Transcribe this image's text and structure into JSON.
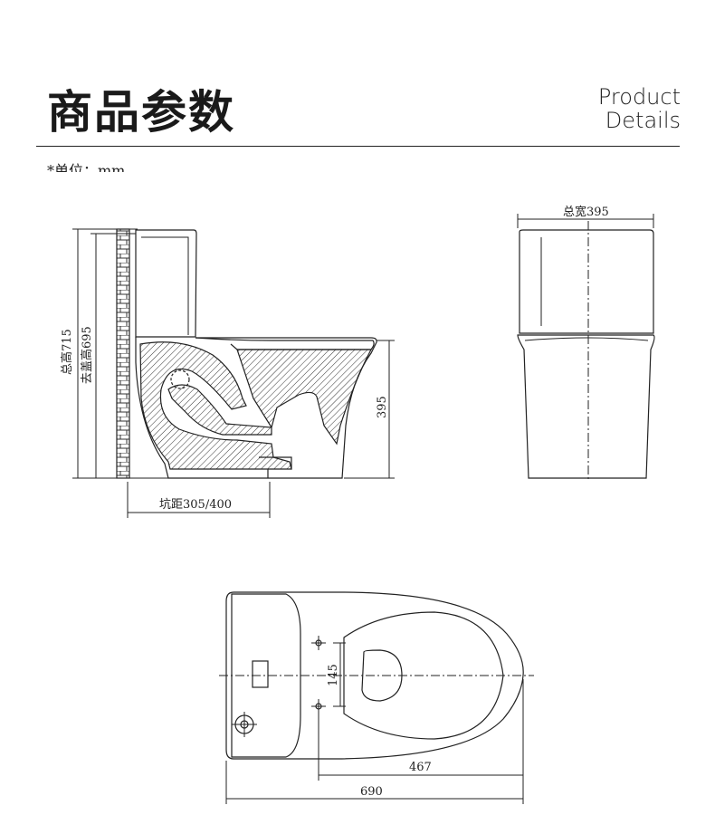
{
  "header": {
    "title": "商品参数",
    "subtitle_line1": "Product",
    "subtitle_line2": "Details",
    "unit_note": "*单位：mm"
  },
  "side_view": {
    "total_height_label": "总高715",
    "no_lid_height_label": "去盖高695",
    "bowl_height_label": "395",
    "rough_in_label": "坑距305/400"
  },
  "front_view": {
    "total_width_label": "总宽395"
  },
  "top_view": {
    "hole_spacing_label": "145",
    "seat_length_label": "467",
    "total_length_label": "690"
  }
}
